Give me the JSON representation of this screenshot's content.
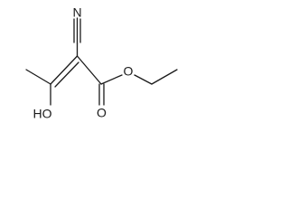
{
  "structure": {
    "atoms": {
      "nitrogen": "N",
      "hydroxyl": "HO",
      "ester_oxygen": "O",
      "carbonyl_oxygen": "O"
    },
    "colors": {
      "bond": "#1a1a1a",
      "label": "#1a1a1a",
      "background": "#ffffff"
    }
  }
}
